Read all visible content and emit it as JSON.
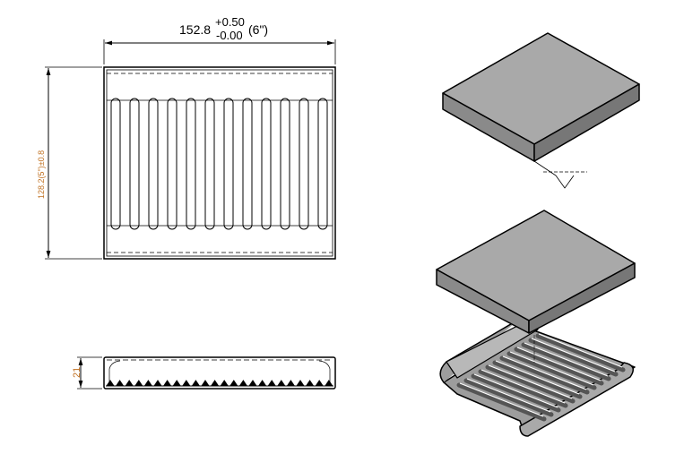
{
  "drawing": {
    "width_dim": {
      "nominal": "152.8",
      "tol_plus": "+0.50",
      "tol_minus": "-0.00",
      "inch": "(6\")"
    },
    "height_dim": "128.2(5\")±0.8",
    "depth_dim": "21",
    "rib_count": 12,
    "colors": {
      "line": "#000000",
      "face_top": "#a9a9a9",
      "face_side": "#7d7d7d",
      "dim_orange": "#c07020",
      "dim_blue": "#2040a0"
    }
  }
}
